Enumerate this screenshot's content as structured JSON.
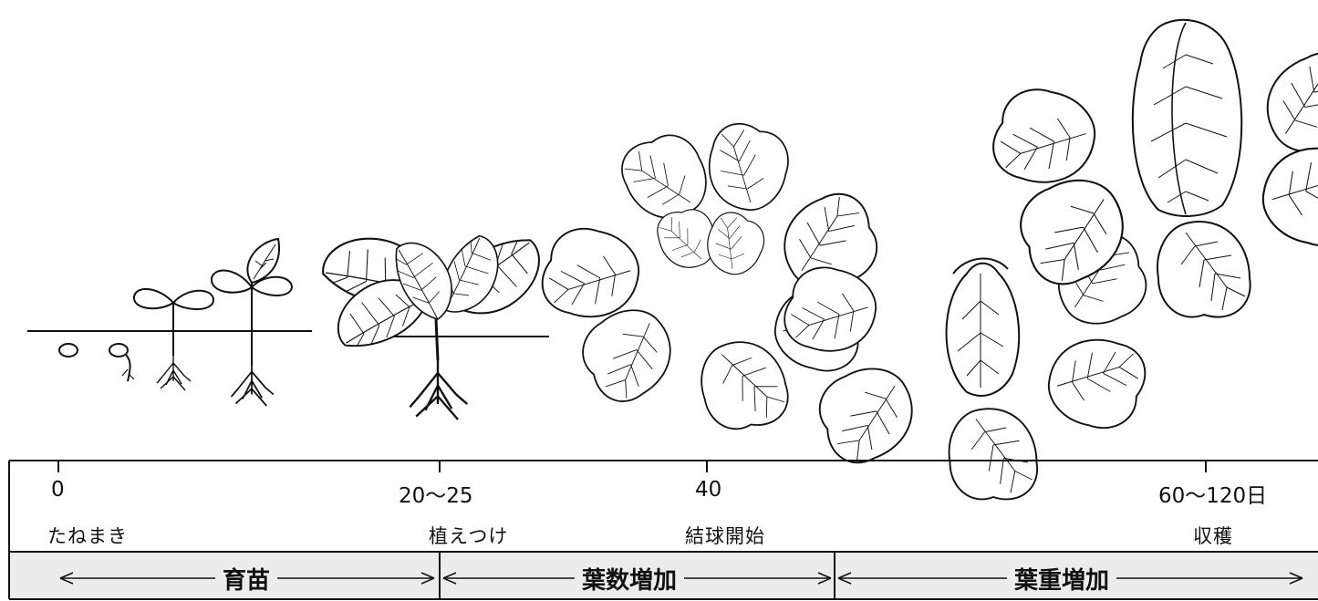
{
  "timeline": {
    "ticks": [
      {
        "day": "0",
        "event": "たねまき"
      },
      {
        "day": "20〜25",
        "event": "植えつけ"
      },
      {
        "day": "40",
        "event": "結球開始"
      },
      {
        "day": "60〜120日",
        "event": "収穫"
      }
    ],
    "phases": [
      {
        "label": "育苗"
      },
      {
        "label": "葉数増加"
      },
      {
        "label": "葉重増加"
      }
    ]
  },
  "illustrations": [
    {
      "icon": "seed-icon"
    },
    {
      "icon": "germinating-seed-icon"
    },
    {
      "icon": "cotyledon-seedling-icon"
    },
    {
      "icon": "true-leaf-seedling-icon"
    },
    {
      "icon": "transplant-seedling-icon"
    },
    {
      "icon": "head-forming-cabbage-icon"
    },
    {
      "icon": "growing-head-cabbage-icon"
    },
    {
      "icon": "harvest-chinese-cabbage-icon"
    }
  ]
}
